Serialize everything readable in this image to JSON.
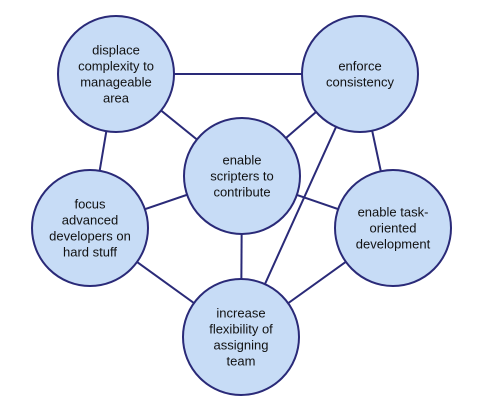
{
  "nodes": [
    {
      "id": "displace",
      "lines": [
        "displace",
        "complexity to",
        "manageable",
        "area"
      ]
    },
    {
      "id": "enforce",
      "lines": [
        "enforce",
        "consistency"
      ]
    },
    {
      "id": "scripters",
      "lines": [
        "enable",
        "scripters to",
        "contribute"
      ]
    },
    {
      "id": "focus",
      "lines": [
        "focus",
        "advanced",
        "developers on",
        "hard stuff"
      ]
    },
    {
      "id": "task",
      "lines": [
        "enable task-",
        "oriented",
        "development"
      ]
    },
    {
      "id": "flex",
      "lines": [
        "increase",
        "flexibility of",
        "assigning",
        "team"
      ]
    }
  ],
  "edges": [
    [
      "displace",
      "enforce"
    ],
    [
      "displace",
      "scripters"
    ],
    [
      "displace",
      "focus"
    ],
    [
      "enforce",
      "scripters"
    ],
    [
      "enforce",
      "task"
    ],
    [
      "enforce",
      "flex"
    ],
    [
      "focus",
      "scripters"
    ],
    [
      "focus",
      "flex"
    ],
    [
      "scripters",
      "task"
    ],
    [
      "scripters",
      "flex"
    ],
    [
      "task",
      "flex"
    ]
  ],
  "colors": {
    "node_fill": "#c7dcf6",
    "stroke": "#2a2a78",
    "text": "#111111"
  }
}
